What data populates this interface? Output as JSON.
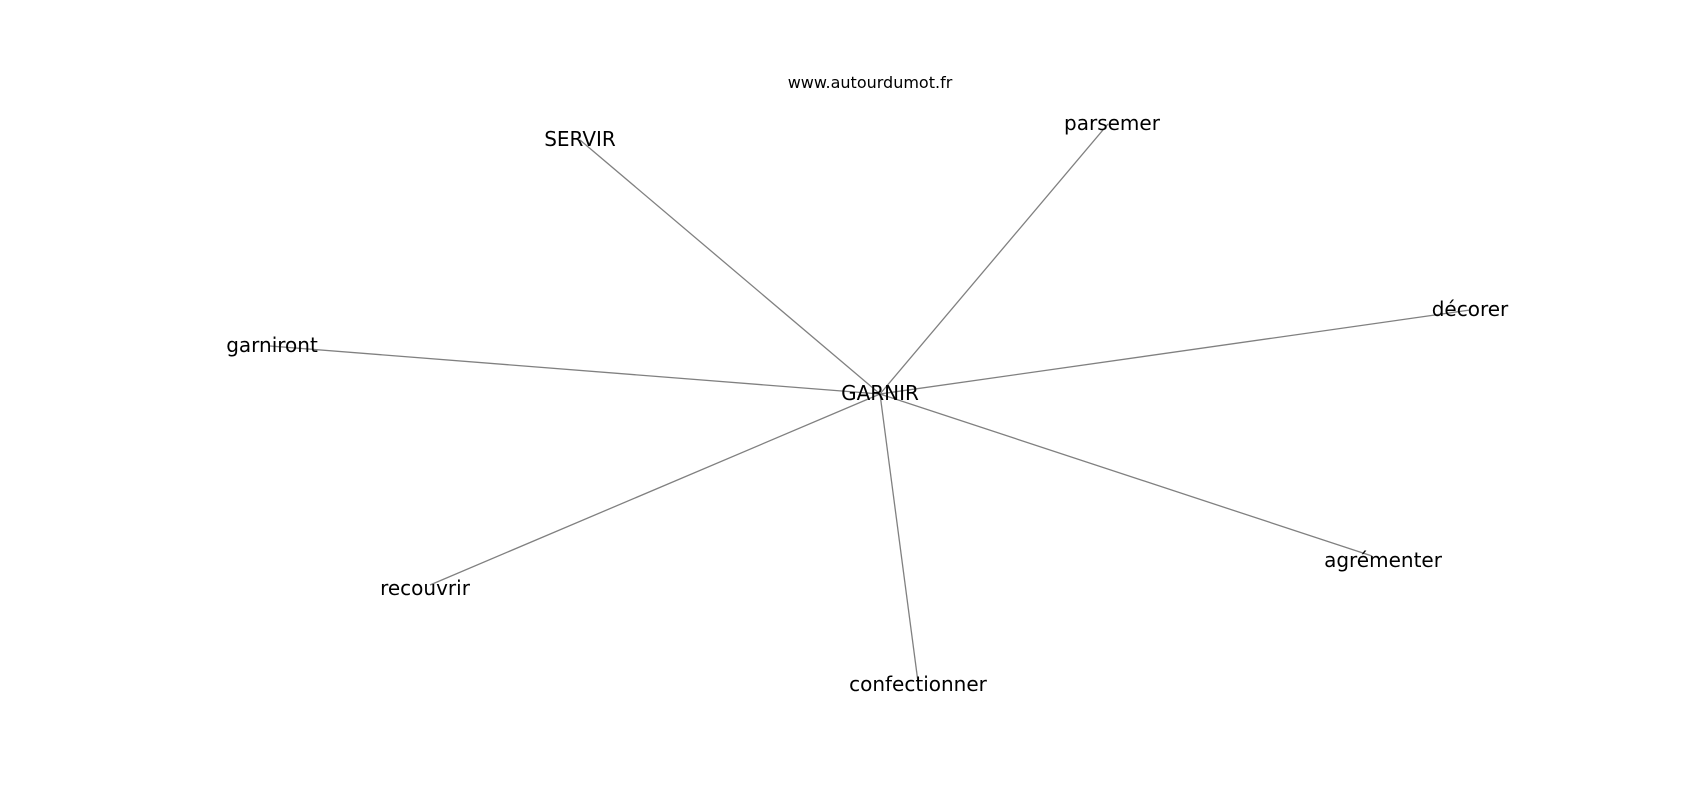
{
  "watermark": "www.autourdumot.fr",
  "edge_color": "#808080",
  "text_color": "#000000",
  "center": {
    "label": "GARNIR"
  },
  "neighbors": [
    {
      "label": "SERVIR"
    },
    {
      "label": "parsemer"
    },
    {
      "label": "décorer"
    },
    {
      "label": "garniront"
    },
    {
      "label": "agrémenter"
    },
    {
      "label": "recouvrir"
    },
    {
      "label": "confectionner"
    }
  ]
}
